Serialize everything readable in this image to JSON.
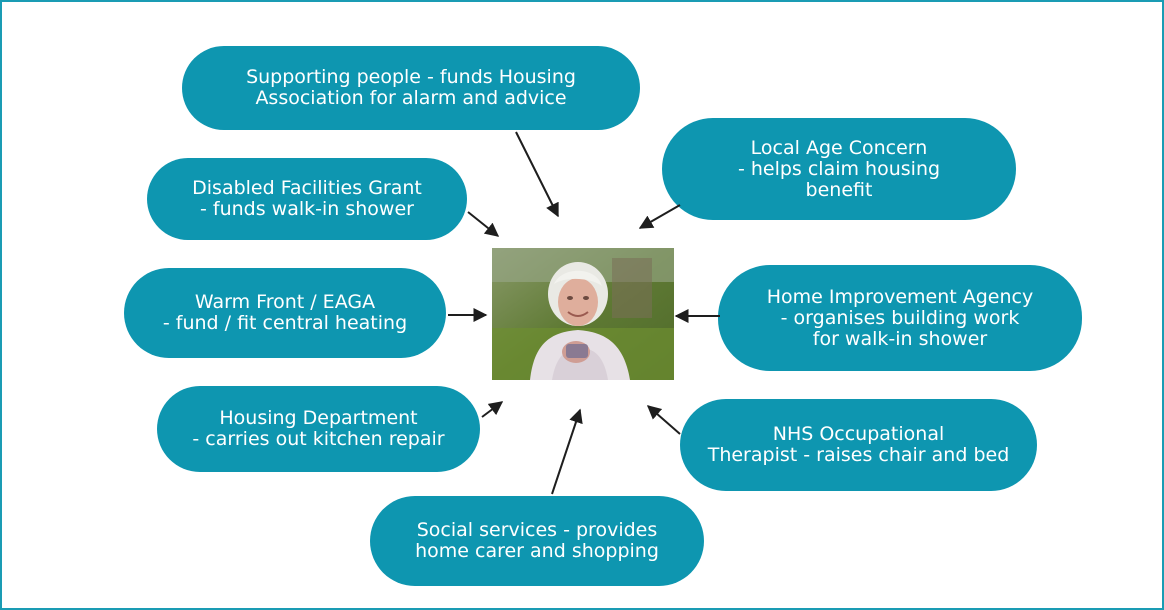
{
  "colors": {
    "frame_border": "#1a9cb4",
    "pill_fill": "#0e96b0",
    "pill_text": "#ffffff",
    "arrow": "#1e1e1e"
  },
  "diagram": {
    "center_image": "photo-of-older-woman",
    "nodes": {
      "supporting_people": "Supporting people - funds Housing\nAssociation for alarm and advice",
      "local_age_concern": "Local Age Concern\n- helps claim housing\nbenefit",
      "disabled_facilities": "Disabled Facilities Grant\n- funds walk-in shower",
      "warm_front": "Warm Front / EAGA\n- fund / fit central heating",
      "home_improvement": "Home Improvement Agency\n- organises building work\nfor walk-in shower",
      "housing_department": "Housing Department\n- carries out kitchen repair",
      "nhs_ot": "NHS Occupational\nTherapist - raises chair and bed",
      "social_services": "Social services - provides\nhome carer and shopping"
    }
  }
}
